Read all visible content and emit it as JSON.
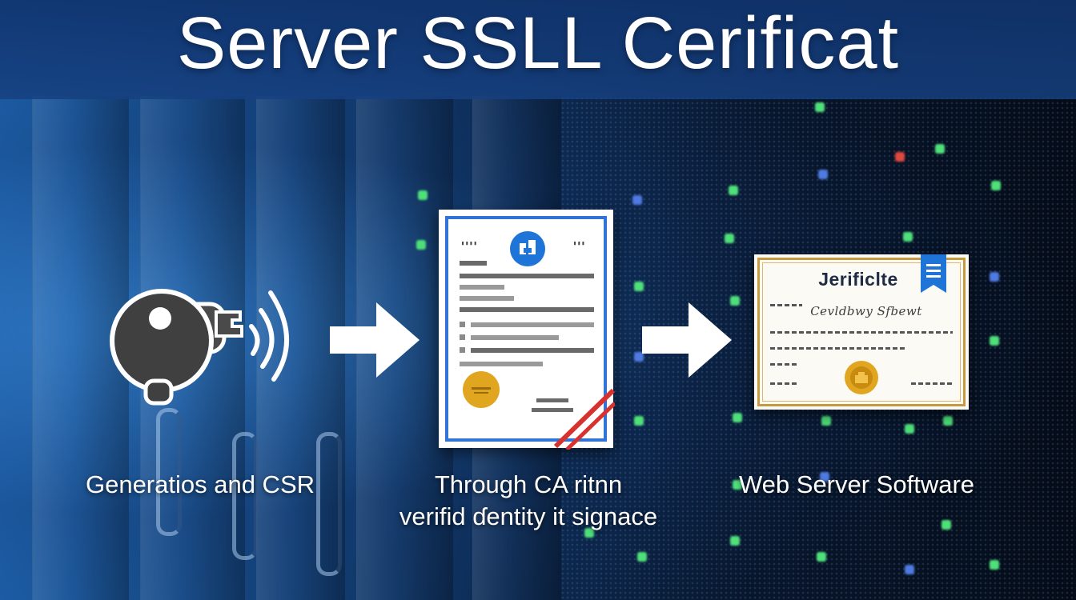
{
  "title": "Server SSLL Cerificat",
  "steps": [
    {
      "caption_lines": [
        "Generatios and CSR"
      ],
      "icon": "key-icon"
    },
    {
      "caption_lines": [
        "Through CA ritnn",
        "verifid ɗentity it signace"
      ],
      "icon": "certificate-document-icon"
    },
    {
      "caption_lines": [
        "Web Server Software"
      ],
      "icon": "framed-certificate-icon"
    }
  ],
  "certificate": {
    "heading": "Jerificlte",
    "script_line": "Cevldbwy Sfbewt"
  },
  "colors": {
    "banner": "#123a78",
    "document_frame": "#2f74d6",
    "seal_gold": "#e0a61f",
    "ribbon_red": "#d8322e",
    "cert_border": "#c79a42",
    "badge_blue": "#1f74d8"
  }
}
